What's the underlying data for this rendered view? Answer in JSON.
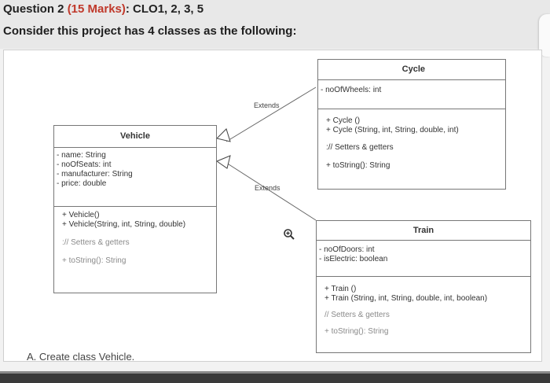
{
  "header": {
    "question_prefix": "Question 2 ",
    "question_marks": "(15 Marks)",
    "question_suffix": ": CLO1, 2, 3, 5",
    "subtitle": "Consider this project has 4 classes as the following:"
  },
  "diagram": {
    "vehicle": {
      "name": "Vehicle",
      "attributes": [
        "- name: String",
        "- noOfSeats: int",
        "- manufacturer: String",
        "- price: double"
      ],
      "methods": [
        "+ Vehicle()",
        "+ Vehicle(String, int, String, double)",
        ":// Setters & getters",
        "+ toString(): String"
      ]
    },
    "cycle": {
      "name": "Cycle",
      "attributes": [
        "- noOfWheels: int"
      ],
      "methods": [
        "+ Cycle ()",
        "+ Cycle (String, int, String, double, int)",
        ":// Setters & getters",
        "+ toString(): String"
      ]
    },
    "train": {
      "name": "Train",
      "attributes": [
        "- noOfDoors: int",
        "- isElectric: boolean"
      ],
      "methods": [
        "+ Train ()",
        "+ Train (String, int, String, double, int, boolean)",
        "// Setters & getters",
        "+ toString(): String"
      ]
    },
    "relation_top": "Extends",
    "relation_bottom": "Extends"
  },
  "task": {
    "text": "A.  Create class Vehicle."
  },
  "icons": [
    "zoom-in-icon"
  ]
}
